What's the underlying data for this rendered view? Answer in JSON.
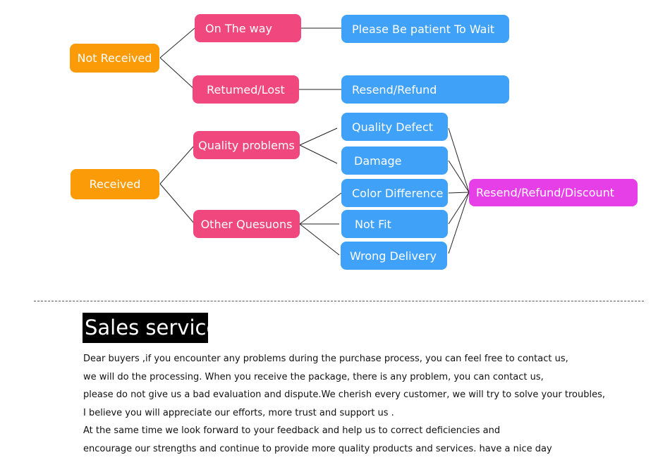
{
  "diagram": {
    "nodes": {
      "not_received": "Not Received",
      "on_the_way": "On The way",
      "please_wait": "Please Be patient To Wait",
      "returned_lost": "Retumed/Lost",
      "resend_refund": "Resend/Refund",
      "received": "Received",
      "quality_problems": "Quality problems",
      "quality_defect": "Quality Defect",
      "damage": "Damage",
      "other_questions": "Other Quesuons",
      "color_difference": "Color Difference",
      "not_fit": "Not Fit",
      "wrong_delivery": "Wrong Delivery",
      "resend_refund_discount": "Resend/Refund/Discount"
    },
    "colors": {
      "orange": "#fb9b08",
      "pink": "#f0487e",
      "blue": "#3fa1f8",
      "magenta": "#e63fe8"
    }
  },
  "sales_service": {
    "heading": "Sales service:",
    "lines": [
      "Dear buyers ,if you encounter any problems during the purchase process, you can feel free to contact us,",
      "we will do the processing. When you receive the package, there is any problem, you can contact us,",
      "please do not give us a bad evaluation and dispute.We cherish every customer, we will try to solve your troubles,",
      "I believe you will appreciate our efforts, more trust and support us .",
      "At the same time we look forward to your feedback and help us to correct deficiencies and",
      "encourage our strengths and continue to provide more quality products and services. have a nice day"
    ]
  }
}
